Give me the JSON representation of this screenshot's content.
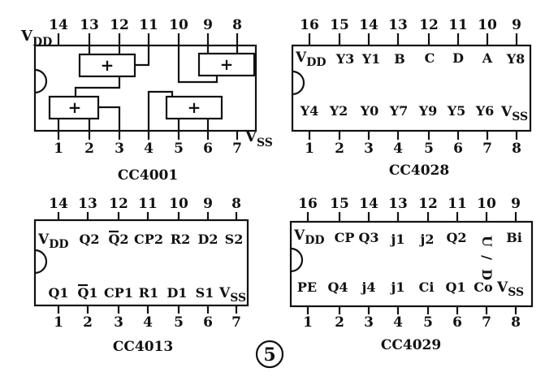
{
  "colors": {
    "ink": "#111111",
    "paper": "#ffffff"
  },
  "chips": [
    {
      "name": "CC4001",
      "top_pins": [
        "14",
        "13",
        "12",
        "11",
        "10",
        "9",
        "8"
      ],
      "bottom_pins": [
        "1",
        "2",
        "3",
        "4",
        "5",
        "6",
        "7"
      ],
      "vdd": "V",
      "vdd_sub": "DD",
      "vss": "V",
      "vss_sub": "SS",
      "gate_symbol": "+"
    },
    {
      "name": "CC4028",
      "top_pins": [
        "16",
        "15",
        "14",
        "13",
        "12",
        "11",
        "10",
        "9"
      ],
      "bottom_pins": [
        "1",
        "2",
        "3",
        "4",
        "5",
        "6",
        "7",
        "8"
      ],
      "top_labels": [
        "Y3",
        "Y1",
        "B",
        "C",
        "D",
        "A",
        "Y8"
      ],
      "bottom_labels": [
        "Y4",
        "Y2",
        "Y0",
        "Y7",
        "Y9",
        "Y5",
        "Y6"
      ],
      "vdd": "V",
      "vdd_sub": "DD",
      "vss": "V",
      "vss_sub": "SS"
    },
    {
      "name": "CC4013",
      "top_pins": [
        "14",
        "13",
        "12",
        "11",
        "10",
        "9",
        "8"
      ],
      "bottom_pins": [
        "1",
        "2",
        "3",
        "4",
        "5",
        "6",
        "7"
      ],
      "top_labels": [
        "Q2",
        "Q2",
        "CP2",
        "R2",
        "D2",
        "S2"
      ],
      "bottom_labels": [
        "Q1",
        "Q1",
        "CP1",
        "R1",
        "D1",
        "S1"
      ],
      "vdd": "V",
      "vdd_sub": "DD",
      "vss": "V",
      "vss_sub": "SS"
    },
    {
      "name": "CC4029",
      "top_pins": [
        "16",
        "15",
        "14",
        "13",
        "12",
        "11",
        "10",
        "9"
      ],
      "bottom_pins": [
        "1",
        "2",
        "3",
        "4",
        "5",
        "6",
        "7",
        "8"
      ],
      "top_labels": [
        "CP",
        "Q3",
        "j1",
        "j2",
        "Q2",
        "U",
        "Bi"
      ],
      "updown_slash": "/",
      "updown_bottom": "D",
      "bottom_labels": [
        "PE",
        "Q4",
        "j4",
        "j1",
        "Ci",
        "Q1",
        "Co"
      ],
      "vdd": "V",
      "vdd_sub": "DD",
      "vss": "V",
      "vss_sub": "SS"
    }
  ],
  "figure_number": "5"
}
